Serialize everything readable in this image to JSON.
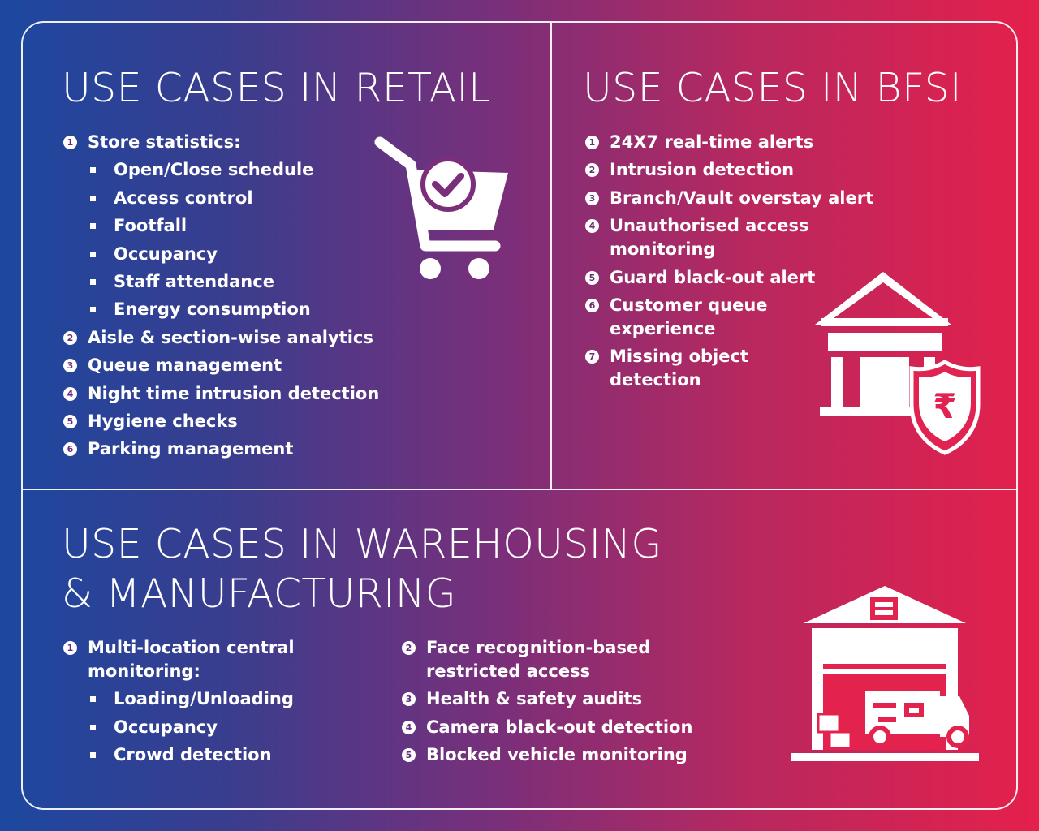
{
  "sections": {
    "retail": {
      "title": "USE CASES IN RETAIL",
      "items": [
        {
          "num": "1",
          "label": "Store statistics:"
        },
        {
          "label": "Open/Close schedule"
        },
        {
          "label": "Access control"
        },
        {
          "label": "Footfall"
        },
        {
          "label": "Occupancy"
        },
        {
          "label": "Staff attendance"
        },
        {
          "label": "Energy consumption"
        },
        {
          "num": "2",
          "label": "Aisle & section-wise analytics"
        },
        {
          "num": "3",
          "label": "Queue management"
        },
        {
          "num": "4",
          "label": "Night time intrusion detection"
        },
        {
          "num": "5",
          "label": "Hygiene checks"
        },
        {
          "num": "6",
          "label": "Parking management"
        }
      ],
      "icon": "shopping-cart-check-icon"
    },
    "bfsi": {
      "title": "USE CASES IN BFSI",
      "items": [
        {
          "num": "1",
          "label": "24X7 real-time alerts"
        },
        {
          "num": "2",
          "label": "Intrusion detection"
        },
        {
          "num": "3",
          "label": "Branch/Vault overstay alert"
        },
        {
          "num": "4",
          "label": "Unauthorised access",
          "label2": "monitoring"
        },
        {
          "num": "5",
          "label": "Guard black-out alert"
        },
        {
          "num": "6",
          "label": "Customer queue",
          "label2": "experience"
        },
        {
          "num": "7",
          "label": "Missing object",
          "label2": "detection"
        }
      ],
      "icon": "bank-shield-rupee-icon",
      "icon_symbol": "₹"
    },
    "warehousing": {
      "title_line1": "USE CASES IN WAREHOUSING",
      "title_line2": "& MANUFACTURING",
      "col1": [
        {
          "num": "1",
          "label": "Multi-location central",
          "label2": "monitoring:"
        },
        {
          "label": "Loading/Unloading"
        },
        {
          "label": "Occupancy"
        },
        {
          "label": "Crowd detection"
        }
      ],
      "col2": [
        {
          "num": "2",
          "label": "Face recognition-based",
          "label2": "restricted access"
        },
        {
          "num": "3",
          "label": "Health & safety audits"
        },
        {
          "num": "4",
          "label": "Camera black-out detection"
        },
        {
          "num": "5",
          "label": "Blocked vehicle monitoring"
        }
      ],
      "icon": "warehouse-truck-icon"
    }
  },
  "colors": {
    "gradient_left": "#1c48a0",
    "gradient_mid": "#7a2f7a",
    "gradient_right": "#e5204b",
    "foreground": "#ffffff"
  }
}
